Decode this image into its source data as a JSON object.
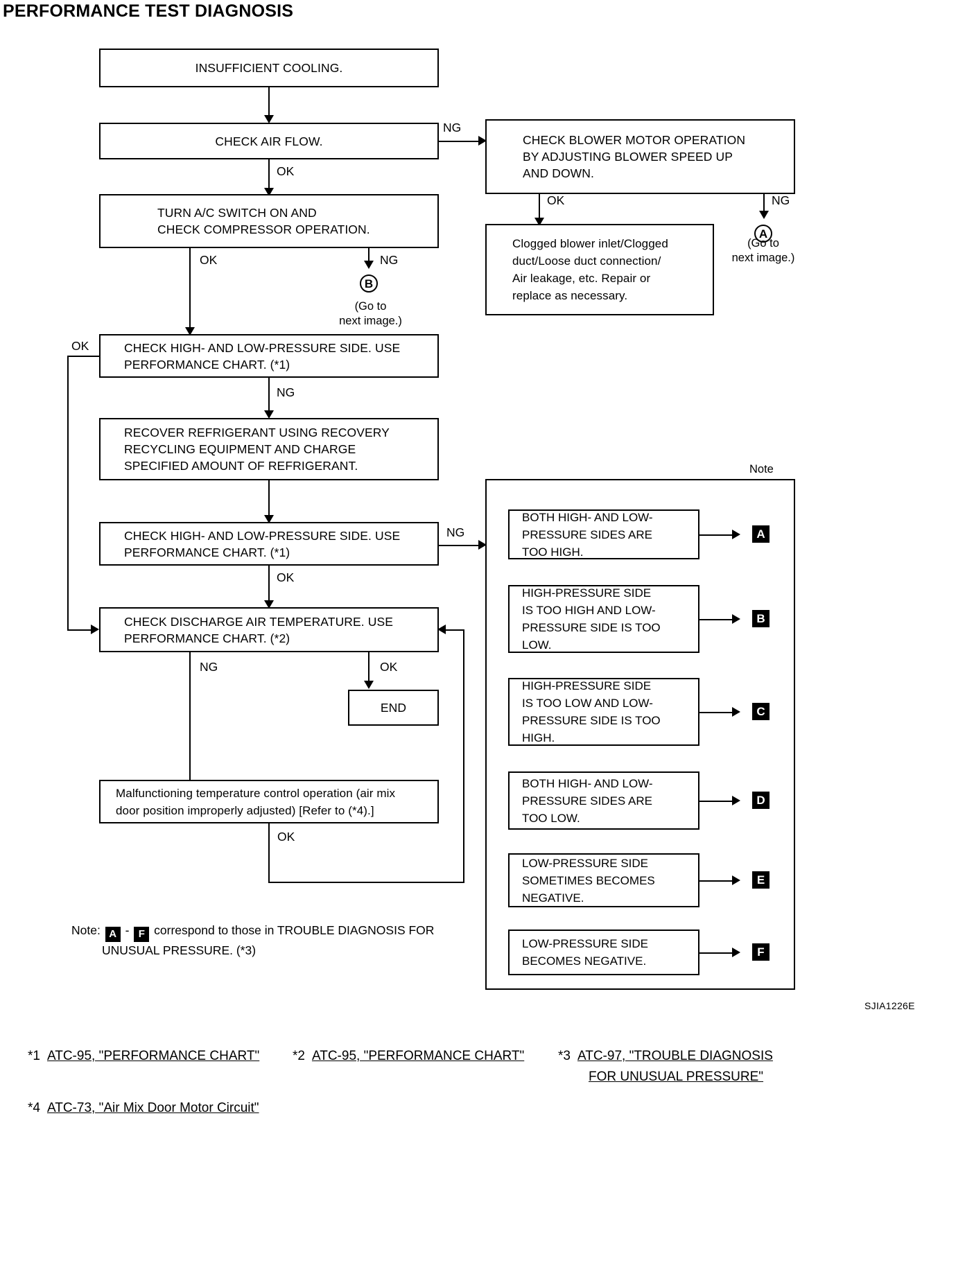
{
  "page_title": "PERFORMANCE TEST DIAGNOSIS",
  "figure_code": "SJIA1226E",
  "note_label": "Note",
  "flow": {
    "insufficient_cooling": "INSUFFICIENT COOLING.",
    "check_air_flow": "CHECK AIR FLOW.",
    "check_blower_motor": "CHECK BLOWER MOTOR OPERATION\nBY ADJUSTING BLOWER SPEED UP\nAND DOWN.",
    "clogged_blower": "Clogged blower inlet/Clogged\nduct/Loose duct connection/\nAir leakage, etc. Repair or\nreplace as necessary.",
    "turn_ac_switch": "TURN A/C SWITCH ON AND\nCHECK COMPRESSOR OPERATION.",
    "check_pressure_1": "CHECK HIGH- AND LOW-PRESSURE SIDE. USE\nPERFORMANCE CHART. (*1)",
    "recover_refrigerant": "RECOVER REFRIGERANT USING RECOVERY\nRECYCLING EQUIPMENT AND CHARGE\nSPECIFIED AMOUNT OF REFRIGERANT.",
    "check_pressure_2": "CHECK HIGH- AND LOW-PRESSURE SIDE. USE\nPERFORMANCE CHART. (*1)",
    "check_discharge_temp": "CHECK DISCHARGE AIR TEMPERATURE. USE\nPERFORMANCE CHART. (*2)",
    "end": "END",
    "malfunctioning": "Malfunctioning temperature control operation (air mix\ndoor position improperly adjusted) [Refer to (*4).]"
  },
  "branch_labels": {
    "air_flow_ng": "NG",
    "air_flow_ok": "OK",
    "blower_ok": "OK",
    "blower_ng": "NG",
    "compressor_ok": "OK",
    "compressor_ng": "NG",
    "pressure1_ok": "OK",
    "pressure1_ng": "NG",
    "pressure2_ng": "NG",
    "pressure2_ok": "OK",
    "discharge_ng": "NG",
    "discharge_ok": "OK",
    "malfunction_ok": "OK"
  },
  "connectors": {
    "circle_a": "A",
    "circle_a_goto": "(Go to\nnext image.)",
    "circle_b": "B",
    "circle_b_goto": "(Go to\nnext image.)"
  },
  "note_panel": {
    "items": [
      {
        "text": "BOTH HIGH- AND LOW-\nPRESSURE SIDES ARE\nTOO HIGH.",
        "badge": "A"
      },
      {
        "text": "HIGH-PRESSURE SIDE\nIS TOO HIGH AND LOW-\nPRESSURE SIDE IS TOO\nLOW.",
        "badge": "B"
      },
      {
        "text": "HIGH-PRESSURE SIDE\nIS TOO LOW AND LOW-\nPRESSURE SIDE IS TOO\nHIGH.",
        "badge": "C"
      },
      {
        "text": "BOTH HIGH- AND LOW-\nPRESSURE SIDES ARE\nTOO LOW.",
        "badge": "D"
      },
      {
        "text": "LOW-PRESSURE SIDE\nSOMETIMES BECOMES\nNEGATIVE.",
        "badge": "E"
      },
      {
        "text": "LOW-PRESSURE SIDE\nBECOMES NEGATIVE.",
        "badge": "F"
      }
    ]
  },
  "note_correspond": {
    "prefix": "Note:",
    "badge_first": "A",
    "dash": "-",
    "badge_last": "F",
    "line1_tail": "correspond to those in TROUBLE DIAGNOSIS FOR",
    "line2": "UNUSUAL PRESSURE. (*3)"
  },
  "footnotes": [
    {
      "num": "*1",
      "ref": "ATC-95, \"PERFORMANCE CHART\""
    },
    {
      "num": "*2",
      "ref": "ATC-95, \"PERFORMANCE CHART\""
    },
    {
      "num": "*3",
      "ref": "ATC-97, \"TROUBLE DIAGNOSIS"
    },
    {
      "num": "",
      "ref": "FOR UNUSUAL PRESSURE\""
    },
    {
      "num": "*4",
      "ref": "ATC-73, \"Air Mix Door Motor Circuit\""
    }
  ]
}
